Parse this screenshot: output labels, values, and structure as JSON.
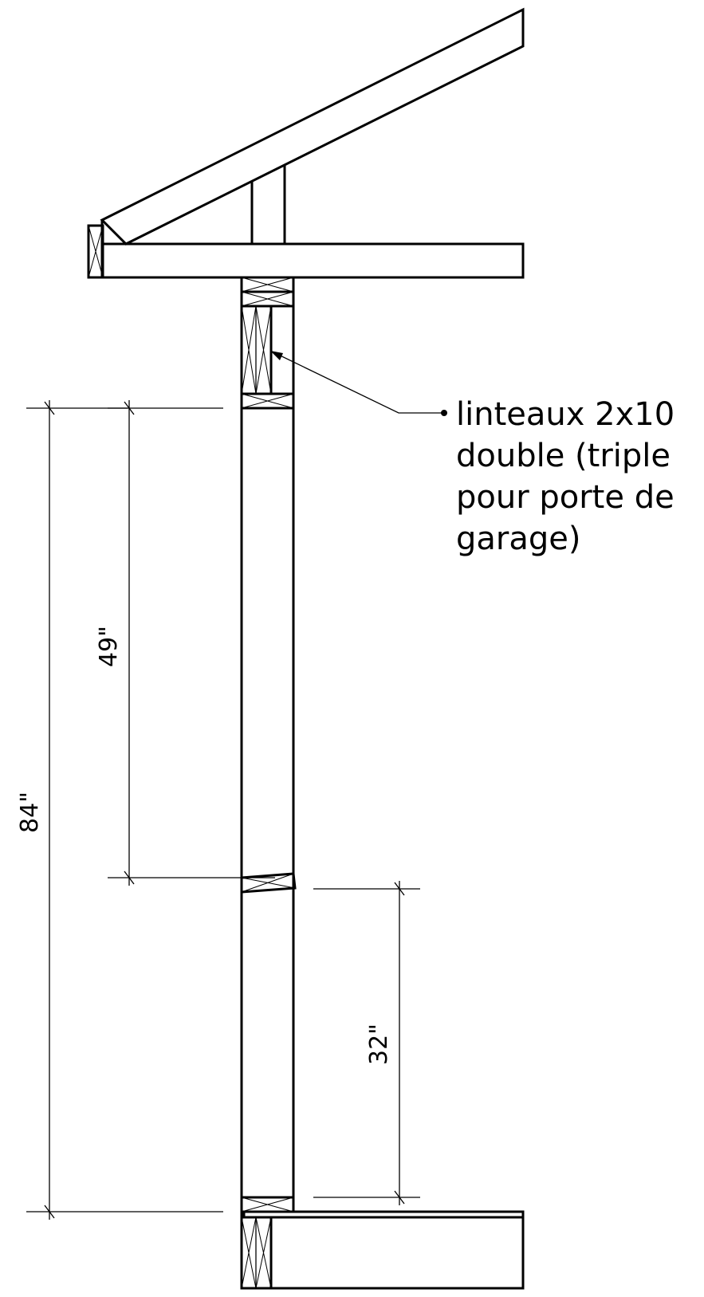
{
  "annotation": {
    "lines": [
      "linteaux 2x10",
      "double (triple",
      "pour porte de",
      "garage)"
    ]
  },
  "dimensions": {
    "total_height": "84\"",
    "upper_height": "49\"",
    "lower_height": "32\""
  }
}
